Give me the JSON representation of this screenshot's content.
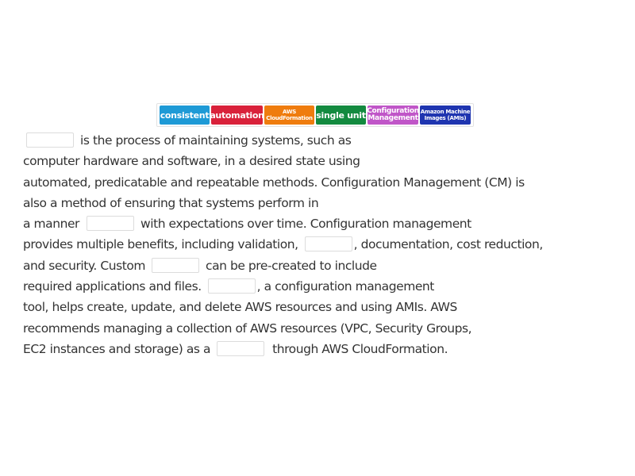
{
  "tile_bank": {
    "tiles": [
      {
        "label": "consistent",
        "color": "#1e9ad6"
      },
      {
        "label": "automation",
        "color": "#d9213a"
      },
      {
        "label_line1": "AWS",
        "label_line2": "CloudFormation",
        "color": "#ef7c0e"
      },
      {
        "label": "single unit",
        "color": "#138a3f"
      },
      {
        "label_line1": "Configuration",
        "label_line2": "Management",
        "color": "#c056c8"
      },
      {
        "label_line1": "Amazon Machine",
        "label_line2": "Images (AMIs)",
        "color": "#1f35b0"
      }
    ]
  },
  "passage": {
    "l1": "is the process of maintaining systems, such as",
    "l2": "computer hardware and software, in a desired state using",
    "l3": "automated, predicatable and repeatable methods. Configuration Management (CM) is",
    "l4": "also a method of ensuring that systems perform in",
    "l5a": "a manner",
    "l5b": "with expectations over time. Configuration management",
    "l6a": "provides multiple benefits, including validation,",
    "l6b": ", documentation, cost reduction,",
    "l7a": "and security. Custom",
    "l7b": "can be pre-created to include",
    "l8a": "required applications and files.",
    "l8b": ", a configuration management",
    "l9": "tool, helps create, update, and delete AWS resources and using AMIs. AWS",
    "l10": "recommends managing a collection of  AWS resources (VPC, Security Groups,",
    "l11a": "EC2 instances and storage) as a",
    "l11b": "through AWS CloudFormation."
  }
}
